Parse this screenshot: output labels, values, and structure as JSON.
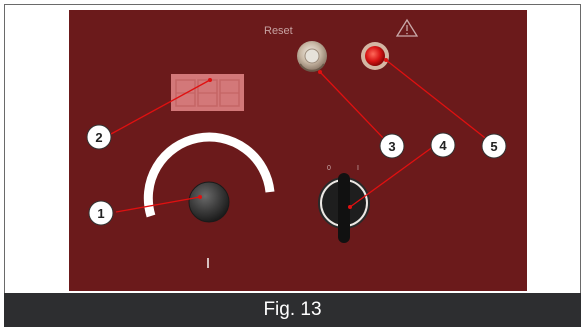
{
  "figure": {
    "caption": "Fig. 13"
  },
  "panel": {
    "reset_label": "Reset",
    "switch_mark_0": "0",
    "switch_mark_1": "I",
    "dial_mark": "I"
  },
  "callouts": [
    "1",
    "2",
    "3",
    "4",
    "5"
  ],
  "colors": {
    "panel": "#6b1a1b",
    "callout_line": "#e01010",
    "caption_bar": "#2d2e30"
  },
  "icons": {
    "warning": "warning-triangle-icon"
  }
}
